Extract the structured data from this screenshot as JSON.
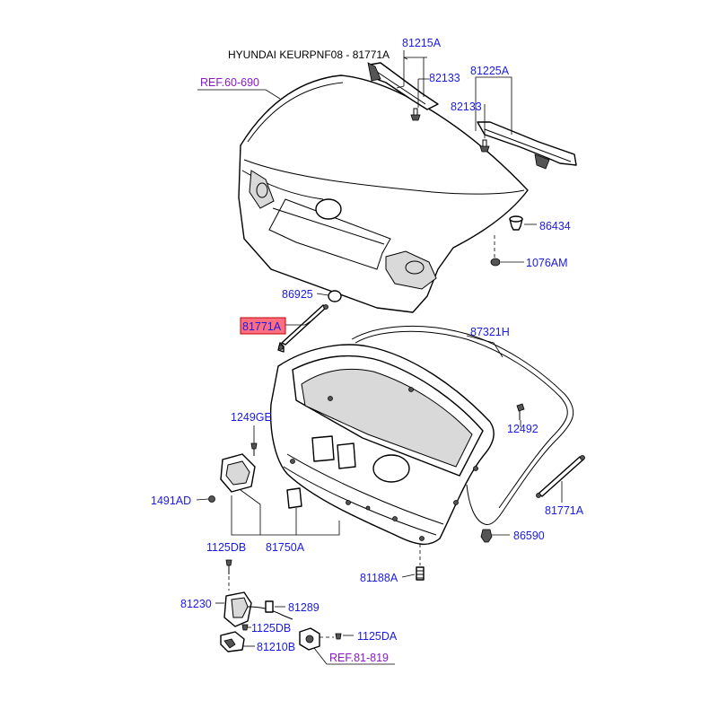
{
  "title": "HYUNDAI KEURPNF08 - 81771A",
  "colors": {
    "label": "#1a1ae6",
    "reference": "#8a18c8",
    "highlight_fill": "#ff6f7f",
    "highlight_border": "#c00000"
  },
  "references": {
    "top": "REF.60-690",
    "bottom": "REF.81-819"
  },
  "labels": {
    "p81215A": "81215A",
    "p82133_top": "82133",
    "p81225A": "81225A",
    "p82133_right": "82133",
    "p86434": "86434",
    "p1076AM": "1076AM",
    "p86925": "86925",
    "p81771A_selected": "81771A",
    "p87321H": "87321H",
    "p1249GE": "1249GE",
    "p12492": "12492",
    "p1491AD": "1491AD",
    "p81771A_right": "81771A",
    "p81750A": "81750A",
    "p86590": "86590",
    "p1125DB_top": "1125DB",
    "p81188A": "81188A",
    "p81230": "81230",
    "p81289": "81289",
    "p1125DB_mid": "1125DB",
    "p1125DA": "1125DA",
    "p81210B": "81210B"
  },
  "selected_part": "81771A"
}
